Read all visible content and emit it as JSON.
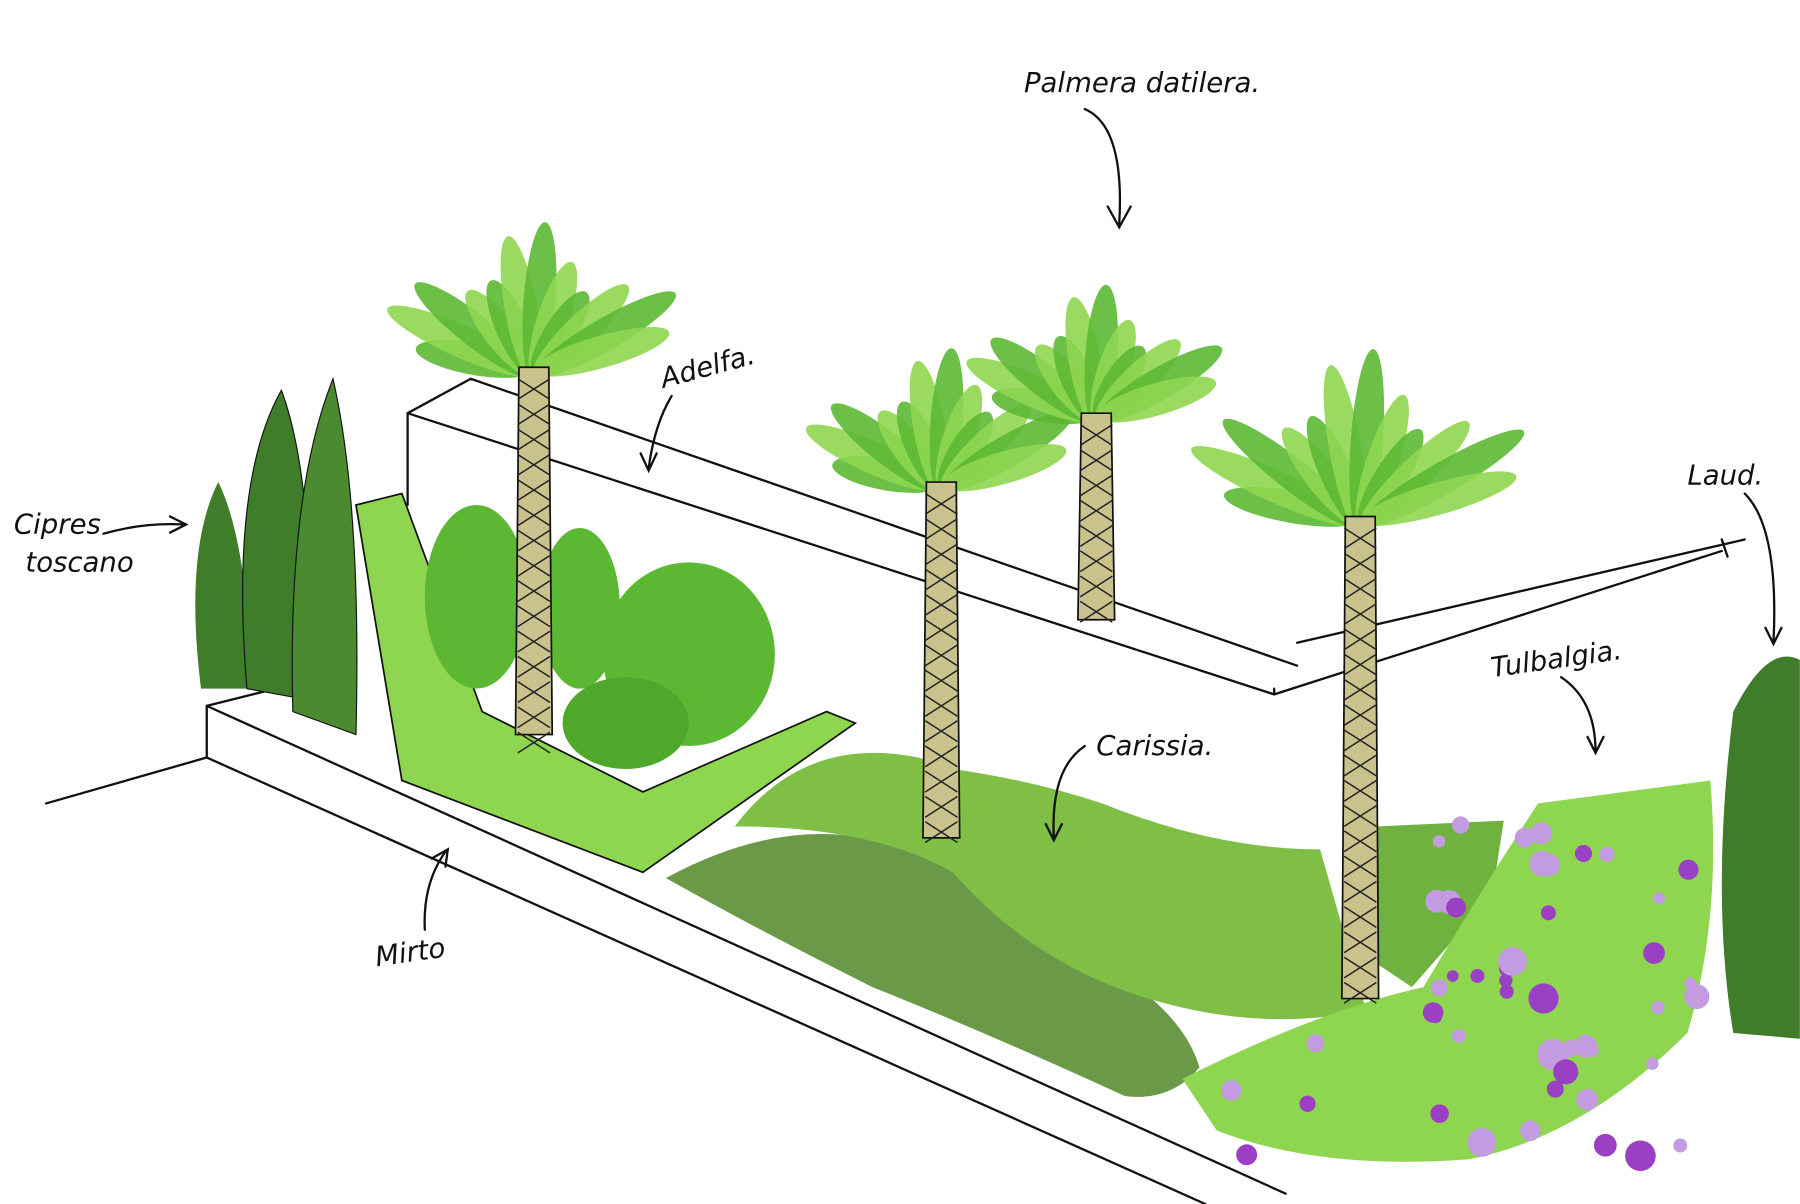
{
  "labels": {
    "palmera": "Palmera datilera.",
    "adelfa": "Adelfa.",
    "cipres_line1": "Cipres",
    "cipres_line2": "toscano",
    "carissa": "Carissia.",
    "tulbalgia": "Tulbalgia.",
    "laurel": "Laud.",
    "mirto": "Mirto"
  },
  "colors": {
    "light_green": "#8fd650",
    "mid_green": "#5cb833",
    "dark_green": "#3f7d2a",
    "olive_green": "#6a9a48",
    "trunk": "#c9c28c",
    "flower_purple": "#9b3fc4",
    "flower_lilac": "#c39be0"
  }
}
